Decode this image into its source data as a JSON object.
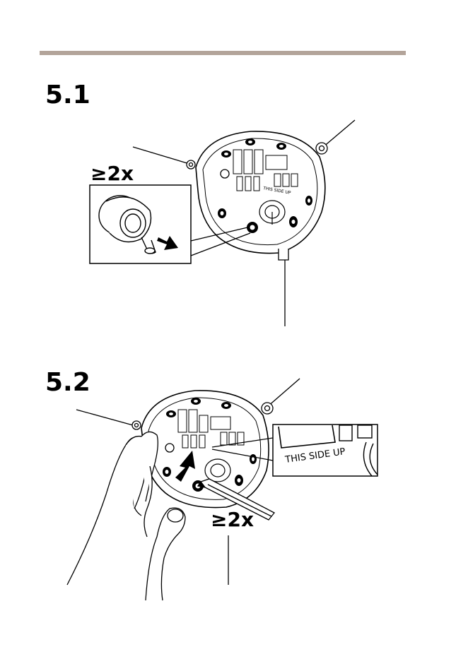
{
  "colors": {
    "rule": "#b3a49a",
    "ink": "#000000",
    "paper": "#ffffff"
  },
  "steps": [
    {
      "title": "5.1",
      "count": "≥2x"
    },
    {
      "title": "5.2",
      "count": "≥2x",
      "label": "THIS SIDE UP"
    }
  ],
  "housing": {
    "embossed_label": "THIS SIDE UP"
  }
}
